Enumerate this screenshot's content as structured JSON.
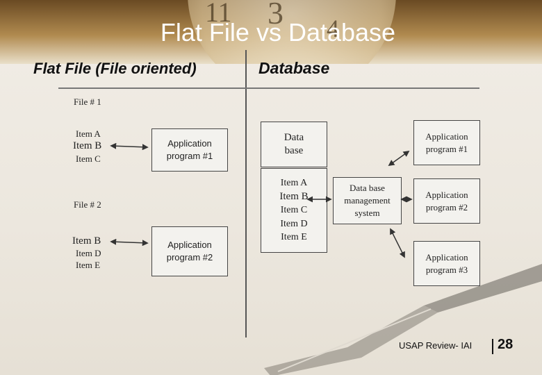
{
  "title": "Flat File vs Database",
  "left": {
    "heading": "Flat File (File oriented)",
    "file1": {
      "label": "File # 1",
      "items": [
        "Item A",
        "Item B",
        "Item C"
      ],
      "program": [
        "Application",
        "program #1"
      ]
    },
    "file2": {
      "label": "File # 2",
      "items": [
        "Item B",
        "Item D",
        "Item E"
      ],
      "program": [
        "Application",
        "program #2"
      ]
    }
  },
  "right": {
    "heading": "Database",
    "data_base": [
      "Data",
      "base"
    ],
    "items": [
      "Item A",
      "Item B",
      "Item C",
      "Item D",
      "Item E"
    ],
    "dbms": [
      "Data base",
      "management",
      "system"
    ],
    "programs": [
      [
        "Application",
        "program #1"
      ],
      [
        "Application",
        "program #2"
      ],
      [
        "Application",
        "program #3"
      ]
    ]
  },
  "footer": {
    "text": "USAP Review- IAI",
    "page": "28"
  }
}
